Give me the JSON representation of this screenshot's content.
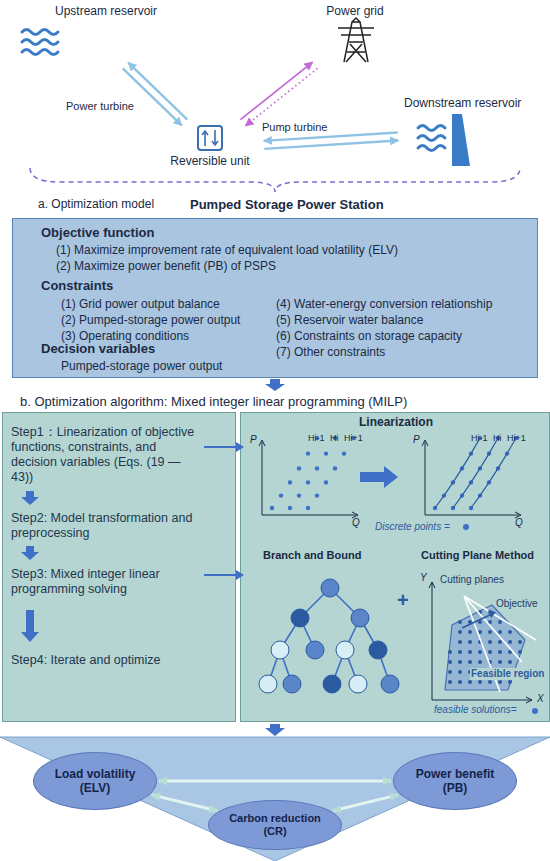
{
  "diagram": {
    "nodes": [
      {
        "text": [
          "Upstream reservoir"
        ]
      },
      {
        "text": [
          "Power grid"
        ]
      },
      {
        "text": [
          "Reversible unit"
        ]
      },
      {
        "text": [
          "Downstream reservoir"
        ]
      },
      {
        "text": [
          "Objective function",
          "(1) Maximize improvement rate of equivalent load volatility (ELV)",
          "(2) Maximize power benefit (PB) of PSPS",
          "Constraints",
          "(1) Grid power output balance",
          "(2) Pumped-storage power output",
          "(3) Operating conditions",
          "(4) Water-energy conversion relationship",
          "(5) Reservoir water balance",
          "(6) Constraints on storage capacity",
          "(7) Other constraints",
          "Decision variables",
          "Pumped-storage power output"
        ]
      },
      {
        "text": [
          "Step1：Linearization of objective functions, constraints, and decision variables (Eqs. (19 — 43))",
          "Step2: Model transformation and preprocessing",
          "Step3: Mixed integer linear programming solving",
          "Step4: Iterate and optimize"
        ]
      },
      {
        "text": [
          "Linearization",
          "Branch and Bound",
          "Cutting Plane Method"
        ]
      },
      {
        "text": [
          "Load volatility (ELV)"
        ]
      },
      {
        "text": [
          "Power benefit (PB)"
        ]
      },
      {
        "text": [
          "Carbon reduction (CR)"
        ]
      }
    ],
    "edges": [
      {
        "from": 0,
        "to": 2,
        "arrow": "to"
      },
      {
        "from": 2,
        "to": 0,
        "arrow": "to"
      },
      {
        "from": 2,
        "to": 1,
        "arrow": "to"
      },
      {
        "from": 1,
        "to": 2,
        "arrow": "to"
      },
      {
        "from": 2,
        "to": 3,
        "arrow": "to"
      },
      {
        "from": 3,
        "to": 2,
        "arrow": "to"
      },
      {
        "from": 7,
        "to": 8,
        "arrow": "both"
      },
      {
        "from": 7,
        "to": 9,
        "arrow": "both"
      },
      {
        "from": 8,
        "to": 9,
        "arrow": "both"
      }
    ],
    "labels": [
      "Power turbine",
      "Pump turbine",
      "a. Optimization model",
      "Pumped Storage Power Station",
      "b. Optimization algorithm: Mixed integer linear programming (MILP)",
      "P",
      "Q",
      "Hi-1",
      "Hi",
      "Hi+1",
      "P",
      "Q",
      "Hi-1",
      "Hi",
      "Hi+1",
      "Discrete points =",
      "+",
      "Cutting planes",
      "Objective",
      "Feasible region",
      "Y",
      "X",
      "feasible solutions="
    ]
  }
}
